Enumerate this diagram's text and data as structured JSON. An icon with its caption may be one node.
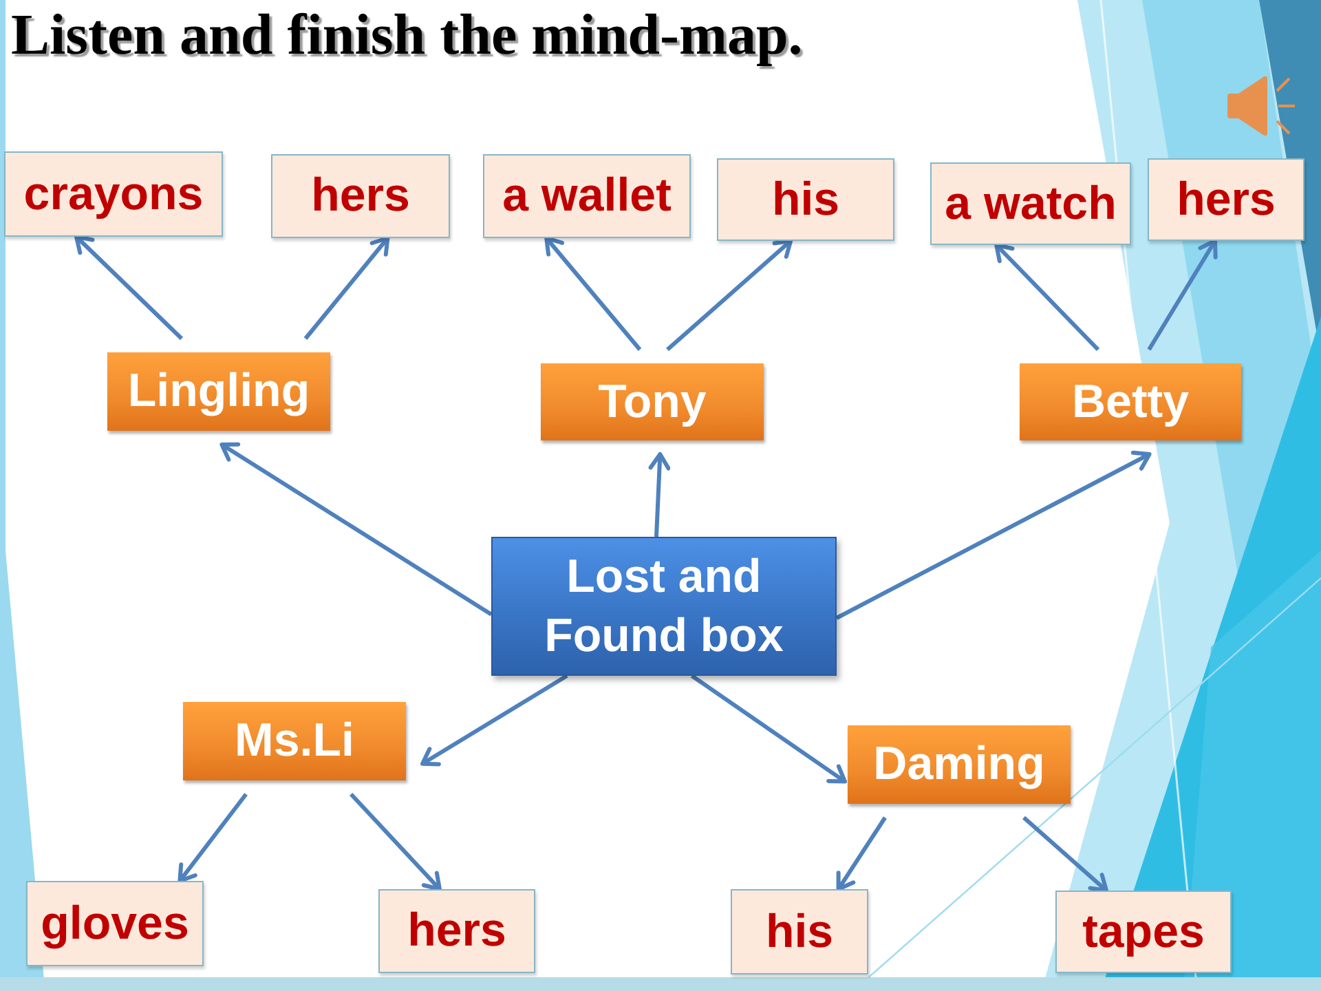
{
  "diagram": {
    "title": "Listen and finish the mind-map.",
    "nodes": [
      {
        "text": [
          "crayons"
        ]
      },
      {
        "text": [
          "hers"
        ]
      },
      {
        "text": [
          "a wallet"
        ]
      },
      {
        "text": [
          "his"
        ]
      },
      {
        "text": [
          "a watch"
        ]
      },
      {
        "text": [
          "hers"
        ]
      },
      {
        "text": [
          "Lingling"
        ]
      },
      {
        "text": [
          "Tony"
        ]
      },
      {
        "text": [
          "Betty"
        ]
      },
      {
        "text": [
          "Lost and Found box"
        ]
      },
      {
        "text": [
          "Ms.Li"
        ]
      },
      {
        "text": [
          "Daming"
        ]
      },
      {
        "text": [
          "gloves"
        ]
      },
      {
        "text": [
          "hers"
        ]
      },
      {
        "text": [
          "his"
        ]
      },
      {
        "text": [
          "tapes"
        ]
      }
    ],
    "edges": [
      {
        "from": 9,
        "to": 6,
        "arrow": "to"
      },
      {
        "from": 9,
        "to": 7,
        "arrow": "to"
      },
      {
        "from": 9,
        "to": 8,
        "arrow": "to"
      },
      {
        "from": 9,
        "to": 10,
        "arrow": "to"
      },
      {
        "from": 9,
        "to": 11,
        "arrow": "to"
      },
      {
        "from": 6,
        "to": 0,
        "arrow": "to"
      },
      {
        "from": 6,
        "to": 1,
        "arrow": "to"
      },
      {
        "from": 7,
        "to": 2,
        "arrow": "to"
      },
      {
        "from": 7,
        "to": 3,
        "arrow": "to"
      },
      {
        "from": 8,
        "to": 4,
        "arrow": "to"
      },
      {
        "from": 8,
        "to": 5,
        "arrow": "to"
      },
      {
        "from": 10,
        "to": 12,
        "arrow": "to"
      },
      {
        "from": 10,
        "to": 13,
        "arrow": "to"
      },
      {
        "from": 11,
        "to": 14,
        "arrow": "to"
      },
      {
        "from": 11,
        "to": 15,
        "arrow": "to"
      }
    ]
  }
}
